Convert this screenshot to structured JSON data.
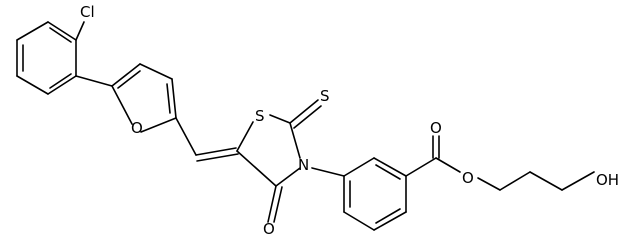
{
  "molecule": {
    "atoms": {
      "cl": "Cl",
      "o_furan": "O",
      "s_ring": "S",
      "s_thione": "S",
      "n_ring": "N",
      "o_carbonyl": "O",
      "o_ester_carbonyl": "O",
      "o_ester": "O",
      "oh": "OH"
    }
  }
}
